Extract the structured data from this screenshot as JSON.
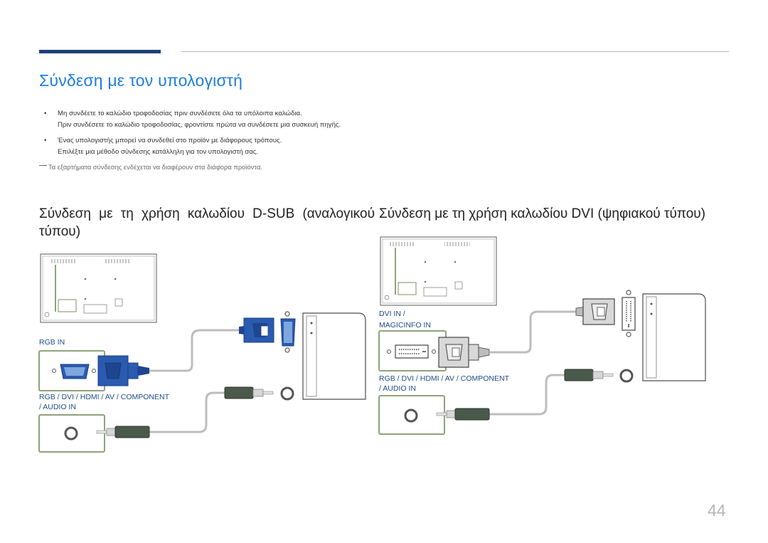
{
  "page": {
    "title": "Σύνδεση με τον υπολογιστή",
    "page_number": "44"
  },
  "bullets": [
    {
      "marker": "•",
      "lines": [
        "Μη συνδέετε το καλώδιο τροφοδοσίας πριν συνδέσετε όλα τα υπόλοιπα καλώδια.",
        "Πριν συνδέσετε το καλώδιο τροφοδοσίας, φροντίστε πρώτα να συνδέσετε μια συσκευή πηγής."
      ]
    },
    {
      "marker": "•",
      "lines": [
        "Ένας υπολογιστής μπορεί να συνδεθεί στο προϊόν με διάφορους τρόπους.",
        "Επιλέξτε μια μέθοδο σύνδεσης κατάλληλη για τον υπολογιστή σας."
      ]
    }
  ],
  "note": "Τα εξαρτήματα σύνδεσης ενδέχεται να διαφέρουν στα διάφορα προϊόντα.",
  "sections": {
    "dsub": {
      "heading": "Σύνδεση με τη χρήση καλωδίου D-SUB (αναλογικού τύπου)",
      "port_label": "RGB IN",
      "audio_label_1": "RGB / DVI / HDMI / AV / COMPONENT",
      "audio_label_2": "/ AUDIO IN"
    },
    "dvi": {
      "heading": "Σύνδεση με τη χρήση καλωδίου DVI (ψηφιακού τύπου)",
      "port_label_1": "DVI IN /",
      "port_label_2": "MAGICINFO IN",
      "audio_label_1": "RGB / DVI / HDMI / AV / COMPONENT",
      "audio_label_2": "/ AUDIO IN"
    }
  },
  "colors": {
    "title": "#1d7ee1",
    "header_bar": "#1f3f77",
    "port_label": "#1f4c86",
    "highlight_box": "#8fa37a",
    "vga_connector": "#2a5bb0",
    "dvi_connector": "#d8d8d8"
  }
}
